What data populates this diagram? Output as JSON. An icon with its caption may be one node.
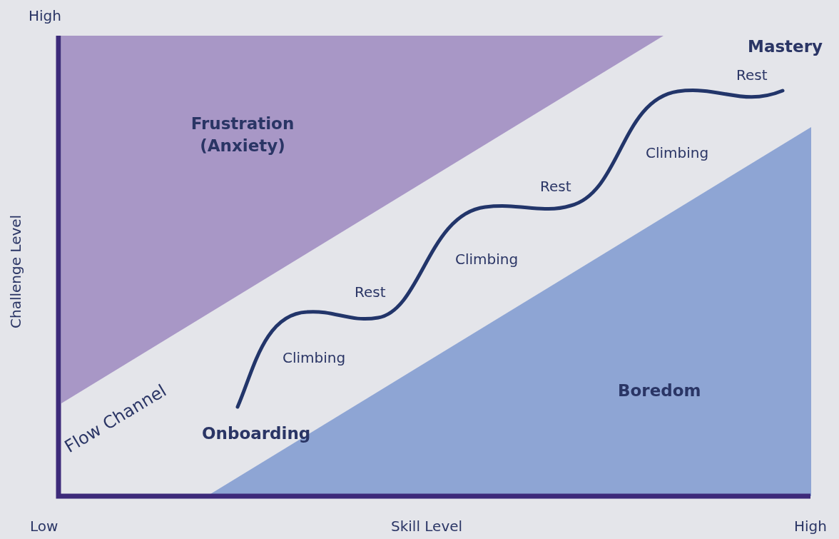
{
  "diagram": {
    "nodes": [
      {
        "text": [
          "Frustration (Anxiety)"
        ]
      },
      {
        "text": [
          "Boredom"
        ]
      }
    ],
    "labels": [
      "High",
      "Challenge Level",
      "Mastery",
      "Rest",
      "Climbing",
      "Rest",
      "Climbing",
      "Rest",
      "Climbing",
      "Flow Channel",
      "Onboarding",
      "Low",
      "Skill Level",
      "High"
    ]
  }
}
